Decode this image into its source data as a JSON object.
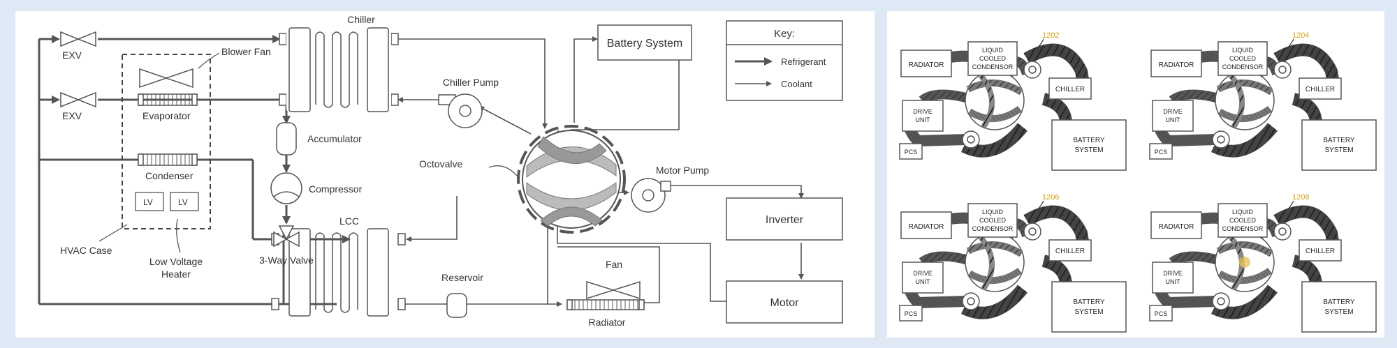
{
  "left_diagram": {
    "labels": {
      "exv_top": "EXV",
      "exv_mid": "EXV",
      "blower_fan": "Blower Fan",
      "evaporator": "Evaporator",
      "condenser": "Condenser",
      "lv_left": "LV",
      "lv_right": "LV",
      "hvac_case": "HVAC Case",
      "low_voltage_heater_1": "Low Voltage",
      "low_voltage_heater_2": "Heater",
      "chiller": "Chiller",
      "chiller_pump": "Chiller Pump",
      "accumulator": "Accumulator",
      "compressor": "Compressor",
      "three_way_valve": "3-Way Valve",
      "lcc": "LCC",
      "reservoir": "Reservoir",
      "octovalve": "Octovalve",
      "motor_pump": "Motor Pump",
      "fan": "Fan",
      "radiator": "Radiator",
      "battery_system": "Battery System",
      "inverter": "Inverter",
      "motor": "Motor"
    },
    "key": {
      "title": "Key:",
      "refrigerant": "Refrigerant",
      "coolant": "Coolant"
    }
  },
  "right_diagrams": {
    "panels": [
      {
        "ref": "1202"
      },
      {
        "ref": "1204"
      },
      {
        "ref": "1206"
      },
      {
        "ref": "1208"
      }
    ],
    "labels": {
      "radiator": "RADIATOR",
      "lcc_1": "LIQUID",
      "lcc_2": "COOLED",
      "lcc_3": "CONDENSOR",
      "chiller": "CHILLER",
      "drive_1": "DRIVE",
      "drive_2": "UNIT",
      "pcs": "PCS",
      "battery_1": "BATTERY",
      "battery_2": "SYSTEM"
    },
    "ref_color": "#d4a017"
  }
}
